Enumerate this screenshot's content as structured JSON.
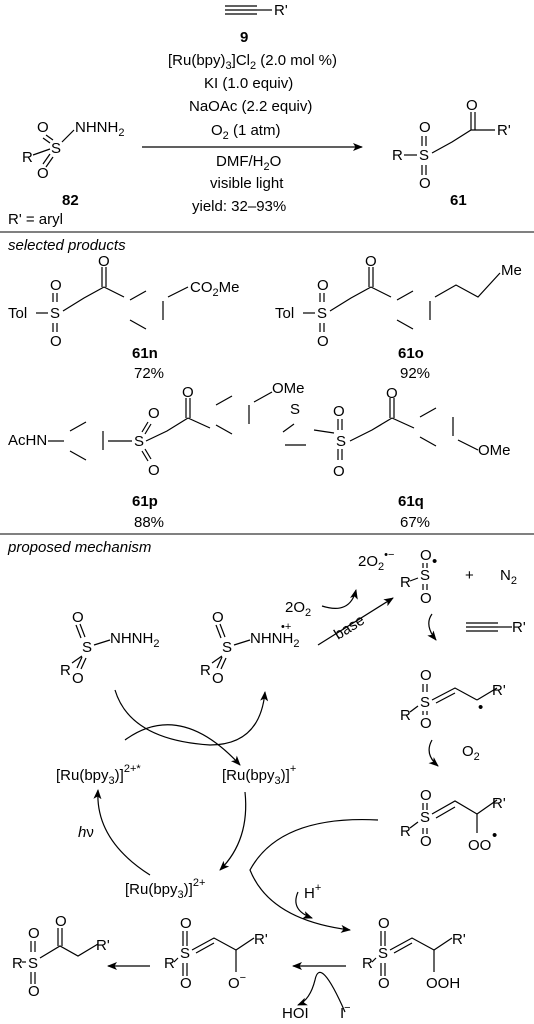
{
  "reaction": {
    "alkyne_label": "R'",
    "reagent_number": "9",
    "catalyst_a": "[Ru(bpy)",
    "catalyst_sub": "3",
    "catalyst_b": "]Cl",
    "catalyst_sub2": "2",
    "catalyst_c": " (2.0 mol %)",
    "ki": "KI (1.0 equiv)",
    "naoac": "NaOAc (2.2 equiv)",
    "o2_a": "O",
    "o2_sub": "2",
    "o2_b": " (1 atm)",
    "solvent_a": "DMF/H",
    "solvent_sub": "2",
    "solvent_b": "O",
    "light": "visible light",
    "yield": "yield: 32–93%",
    "start_number": "82",
    "product_number": "61",
    "r_def": "R' = aryl"
  },
  "sections": {
    "selected": "selected products",
    "mechanism": "proposed mechanism"
  },
  "products": [
    {
      "id": "61n",
      "yield": "72%"
    },
    {
      "id": "61o",
      "yield": "92%"
    },
    {
      "id": "61p",
      "yield": "88%"
    },
    {
      "id": "61q",
      "yield": "67%"
    }
  ],
  "atoms": {
    "S": "S",
    "O": "O",
    "R": "R",
    "Rp": "R'",
    "Tol": "Tol",
    "Me": "Me",
    "NHNH": "NHNH",
    "two": "2",
    "CO2Me_a": "CO",
    "CO2Me_b": "Me",
    "OMe": "OMe",
    "AcHN": "AcHN",
    "N2": "N",
    "plus": "+",
    "NHNH2_rad": "NHNH",
    "OOH": "OOH",
    "OO": "OO"
  },
  "mechanism": {
    "two_o2": "2O",
    "two_o2_sub": "2",
    "superoxide_a": "2O",
    "superoxide_sub": "2",
    "superoxide_sup": "•−",
    "base": "base",
    "ru_excited_a": "[Ru(bpy",
    "ru_excited_sub": "3",
    "ru_excited_b": ")]",
    "ru_excited_sup": "2+*",
    "ru_reduced_a": "[Ru(bpy",
    "ru_reduced_sub": "3",
    "ru_reduced_b": ")]",
    "ru_reduced_sup": "+",
    "ru_ground_a": "[Ru(bpy",
    "ru_ground_sub": "3",
    "ru_ground_b": ")]",
    "ru_ground_sup": "2+",
    "hv_a": "h",
    "hv_b": "ν",
    "h_plus": "H",
    "h_plus_sup": "+",
    "o2_a": "O",
    "o2_sub": "2",
    "hoi": "HOI",
    "iodide": "I",
    "iodide_sup": "−",
    "radical_dot": "•",
    "cation_sup": "•+",
    "anion_sup": "−"
  }
}
